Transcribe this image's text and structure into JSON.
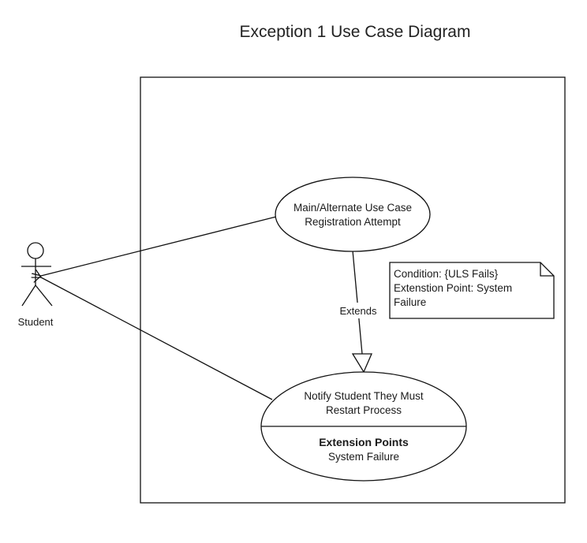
{
  "title": "Exception 1 Use Case Diagram",
  "actor": {
    "label": "Student"
  },
  "use_case_main": {
    "line1": "Main/Alternate Use Case",
    "line2": "Registration Attempt"
  },
  "use_case_exception": {
    "line1": "Notify Student They Must",
    "line2": "Restart Process",
    "compartment_title": "Extension Points",
    "compartment_item": "System Failure"
  },
  "relationship": {
    "label": "Extends"
  },
  "note": {
    "line1": "Condition: {ULS Fails}",
    "line2": "Extenstion Point: System",
    "line3": "Failure"
  },
  "colors": {
    "stroke": "#111111",
    "background": "#ffffff",
    "text": "#1a1a1a"
  }
}
